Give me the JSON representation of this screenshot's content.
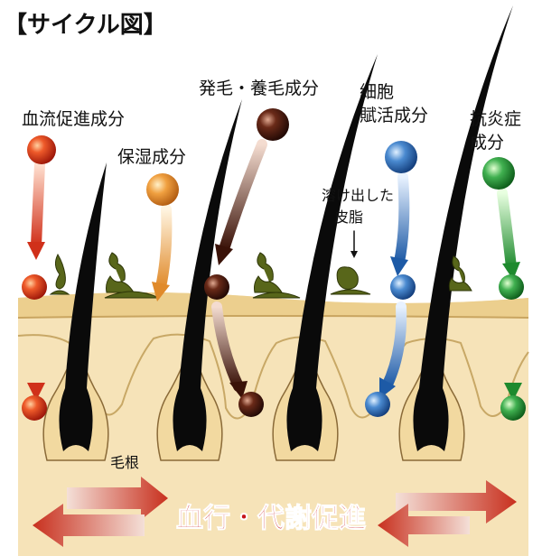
{
  "title": "【サイクル図】",
  "labels": {
    "blood_flow": "血流促進成分",
    "moisture": "保湿成分",
    "hair_growth": "発毛・養毛成分",
    "cell_activation_line1": "細胞",
    "cell_activation_line2": "賦活成分",
    "anti_inflammatory_line1": "抗炎症",
    "anti_inflammatory_line2": "成分",
    "sebum_line1": "溶け出した",
    "sebum_line2": "皮脂",
    "hair_root": "毛根",
    "banner": "血行・代謝促進"
  },
  "colors": {
    "blood_flow": "#d8321c",
    "moisture": "#e8962e",
    "hair_growth": "#4a1a10",
    "cell_activation": "#2f6fb8",
    "anti_inflammatory": "#2a9a3a",
    "skin": "#f2d9a0",
    "skin_dark": "#e6bf78",
    "sebum": "#5b6b1c",
    "banner_text": "#c6141a"
  }
}
